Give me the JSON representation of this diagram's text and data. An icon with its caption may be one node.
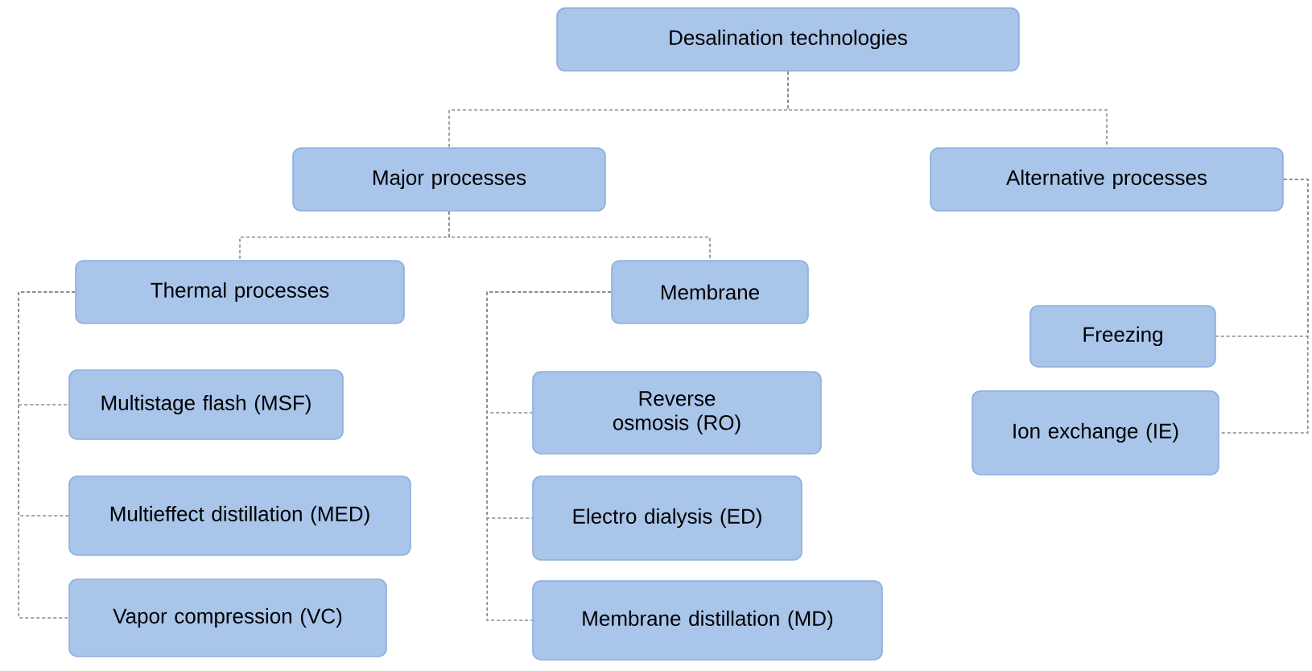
{
  "diagram": {
    "nodes": [
      {
        "text": [
          "Desalination technologies"
        ]
      },
      {
        "text": [
          "Major processes"
        ]
      },
      {
        "text": [
          "Alternative processes"
        ]
      },
      {
        "text": [
          "Thermal processes"
        ]
      },
      {
        "text": [
          "Membrane"
        ]
      },
      {
        "text": [
          "Multistage flash (MSF)"
        ]
      },
      {
        "text": [
          "Multieffect distillation (MED)"
        ]
      },
      {
        "text": [
          "Vapor compression (VC)"
        ]
      },
      {
        "text": [
          "Reverse osmosis (RO)"
        ]
      },
      {
        "text": [
          "Electro dialysis (ED)"
        ]
      },
      {
        "text": [
          "Membrane distillation (MD)"
        ]
      },
      {
        "text": [
          "Freezing"
        ]
      },
      {
        "text": [
          "Ion exchange (IE)"
        ]
      }
    ],
    "edges": [
      {
        "from": 0,
        "to": 1,
        "arrow": "none"
      },
      {
        "from": 0,
        "to": 2,
        "arrow": "none"
      },
      {
        "from": 1,
        "to": 3,
        "arrow": "none"
      },
      {
        "from": 1,
        "to": 4,
        "arrow": "none"
      },
      {
        "from": 3,
        "to": 5,
        "arrow": "none"
      },
      {
        "from": 3,
        "to": 6,
        "arrow": "none"
      },
      {
        "from": 3,
        "to": 7,
        "arrow": "none"
      },
      {
        "from": 4,
        "to": 8,
        "arrow": "none"
      },
      {
        "from": 4,
        "to": 9,
        "arrow": "none"
      },
      {
        "from": 4,
        "to": 10,
        "arrow": "none"
      },
      {
        "from": 2,
        "to": 11,
        "arrow": "none"
      },
      {
        "from": 2,
        "to": 12,
        "arrow": "none"
      }
    ]
  }
}
